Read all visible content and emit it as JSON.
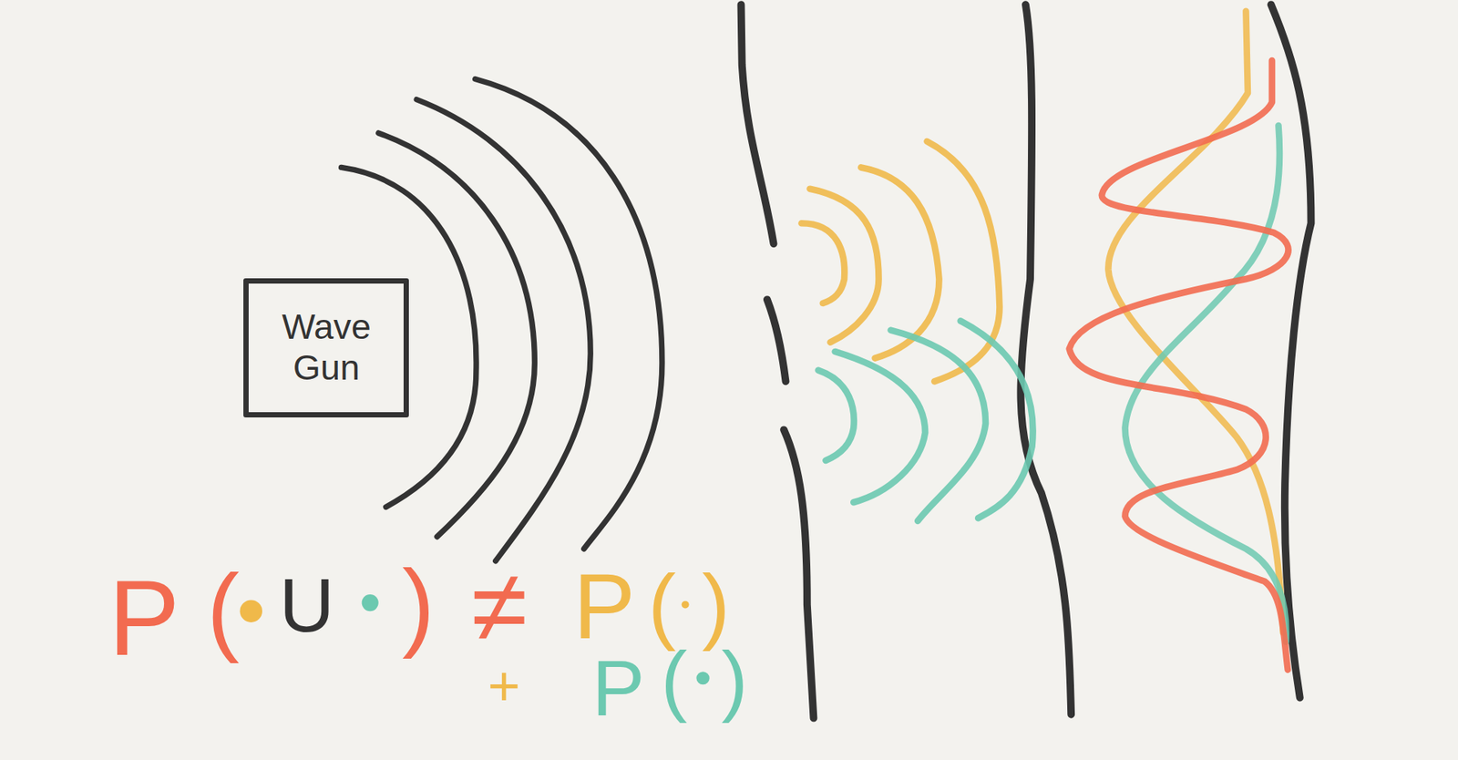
{
  "diagram": {
    "nodes": [
      {
        "text": [
          "Wave Gun"
        ]
      }
    ],
    "labels": [
      "P",
      "(",
      "U",
      ")",
      "≠",
      "P",
      "(",
      ")",
      "+",
      "P",
      "(",
      ")"
    ]
  }
}
